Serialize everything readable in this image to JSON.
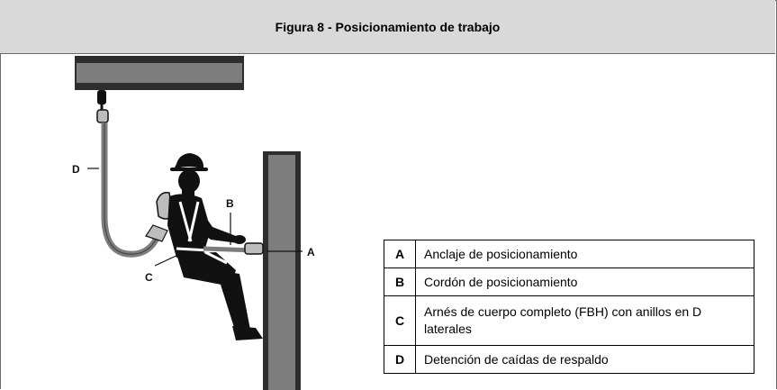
{
  "figure": {
    "title": "Figura 8 - Posicionamiento de trabajo"
  },
  "callouts": {
    "a": "A",
    "b": "B",
    "c": "C",
    "d": "D"
  },
  "legend": [
    {
      "key": "A",
      "text": "Anclaje de posicionamiento"
    },
    {
      "key": "B",
      "text": "Cordón de posicionamiento"
    },
    {
      "key": "C",
      "text": "Arnés de cuerpo completo (FBH) con anillos en D laterales"
    },
    {
      "key": "D",
      "text": "Detención de caídas de respaldo"
    }
  ],
  "colors": {
    "header_bg": "#d9d9d9",
    "beam_dark": "#2e2e2e",
    "beam_gray": "#7d7d7d",
    "figure_black": "#111111"
  }
}
